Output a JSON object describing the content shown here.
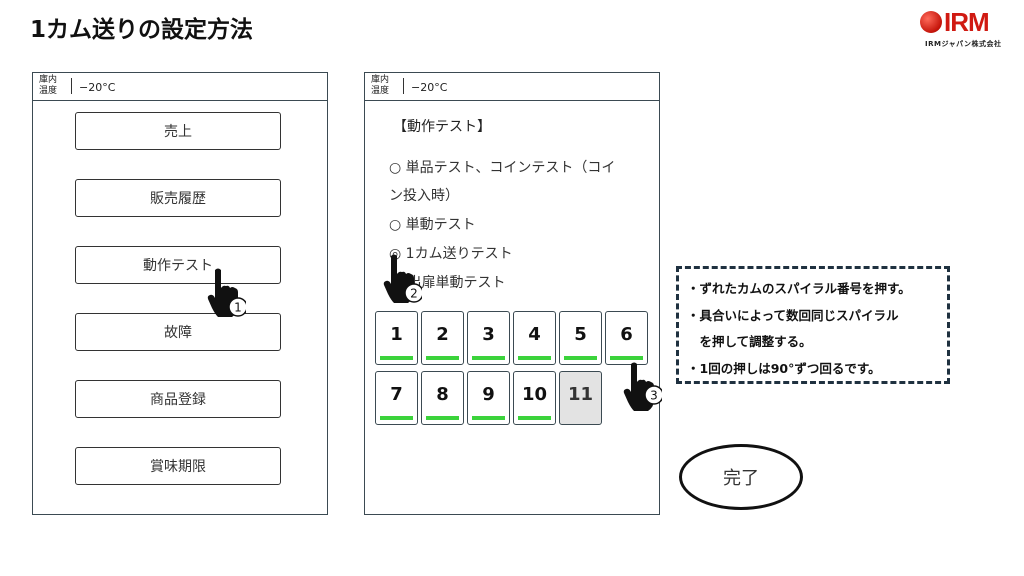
{
  "title": "1カム送りの設定方法",
  "logo": {
    "text": "IRM",
    "subtitle": "IRMジャパン株式会社"
  },
  "left_panel": {
    "temp_label": "庫内\n温度",
    "temp_value": "−20°C",
    "menu": [
      "売上",
      "販売履歴",
      "動作テスト",
      "故障",
      "商品登録",
      "賞味期限"
    ]
  },
  "right_panel": {
    "temp_label": "庫内\n温度",
    "temp_value": "−20°C",
    "section_title": "【動作テスト】",
    "options": [
      "○ 単品テスト、コインテスト（コイ",
      "ン投入時）",
      "○ 単動テスト",
      "◎ 1カム送りテスト",
      "　 出扉単動テスト"
    ],
    "spirals": [
      {
        "label": "1",
        "active": true
      },
      {
        "label": "2",
        "active": true
      },
      {
        "label": "3",
        "active": true
      },
      {
        "label": "4",
        "active": true
      },
      {
        "label": "5",
        "active": true
      },
      {
        "label": "6",
        "active": true
      },
      {
        "label": "7",
        "active": true
      },
      {
        "label": "8",
        "active": true
      },
      {
        "label": "9",
        "active": true
      },
      {
        "label": "10",
        "active": true
      },
      {
        "label": "11",
        "active": false
      }
    ],
    "accent_color": "#3bd33b"
  },
  "note": {
    "lines": [
      "・ずれたカムのスパイラル番号を押す。",
      "・具合いによって数回同じスパイラル",
      "　を押して調整する。",
      "・1回の押しは90°ずつ回るです。"
    ]
  },
  "done_label": "完了",
  "steps": [
    "1",
    "2",
    "3"
  ],
  "icons": {
    "pointer": "hand-pointer-icon"
  }
}
